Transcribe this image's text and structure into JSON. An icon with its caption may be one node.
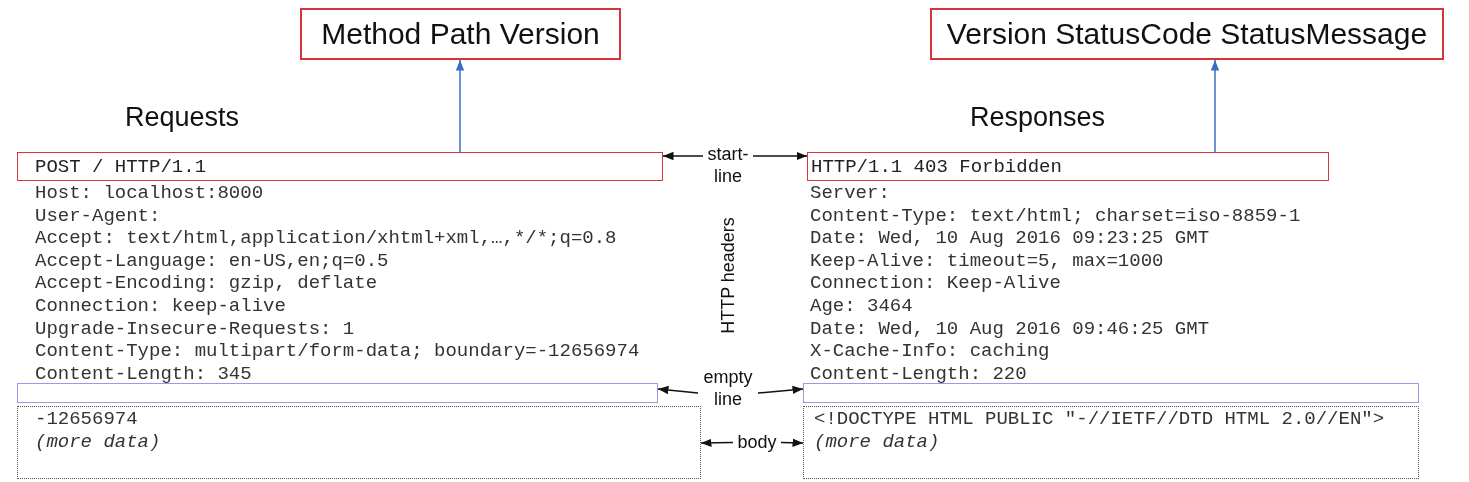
{
  "diagram": {
    "nodes": [
      {
        "text": [
          "Method Path Version"
        ]
      },
      {
        "text": [
          "Version StatusCode StatusMessage"
        ]
      },
      {
        "text": [
          "POST / HTTP/1.1"
        ]
      },
      {
        "text": [
          "HTTP/1.1 403 Forbidden"
        ]
      },
      {
        "text": [],
        "shape": "box"
      },
      {
        "text": [],
        "shape": "box"
      },
      {
        "text": [
          "-12656974",
          "(more data)"
        ]
      },
      {
        "text": [
          "<!DOCTYPE HTML PUBLIC \"-//IETF//DTD HTML 2.0//EN\">",
          "(more data)"
        ]
      },
      {
        "text": [
          "start-line"
        ]
      },
      {
        "text": [
          "empty line"
        ]
      },
      {
        "text": [
          "body"
        ]
      }
    ],
    "edges": [
      {
        "from": 2,
        "to": 0,
        "arrow": "to",
        "color": "#3a6cc8"
      },
      {
        "from": 3,
        "to": 1,
        "arrow": "to",
        "color": "#3a6cc8"
      },
      {
        "from": 8,
        "to": 2,
        "arrow": "to"
      },
      {
        "from": 8,
        "to": 3,
        "arrow": "to"
      },
      {
        "from": 9,
        "to": 4,
        "arrow": "to"
      },
      {
        "from": 9,
        "to": 5,
        "arrow": "to"
      },
      {
        "from": 10,
        "to": 6,
        "arrow": "to"
      },
      {
        "from": 10,
        "to": 7,
        "arrow": "to"
      }
    ],
    "labels": [
      "Requests",
      "Responses",
      "Host: localhost:8000",
      "User-Agent:",
      "Accept: text/html,application/xhtml+xml,…,*/*;q=0.8",
      "Accept-Language: en-US,en;q=0.5",
      "Accept-Encoding: gzip, deflate",
      "Connection: keep-alive",
      "Upgrade-Insecure-Requests: 1",
      "Content-Type: multipart/form-data; boundary=-12656974",
      "Content-Length: 345",
      "HTTP headers",
      "Server:",
      "Content-Type: text/html; charset=iso-8859-1",
      "Date: Wed, 10 Aug 2016 09:23:25 GMT",
      "Keep-Alive: timeout=5, max=1000",
      "Connection: Keep-Alive",
      "Age: 3464",
      "Date: Wed, 10 Aug 2016 09:46:25 GMT",
      "X-Cache-Info: caching",
      "Content-Length: 220"
    ]
  }
}
